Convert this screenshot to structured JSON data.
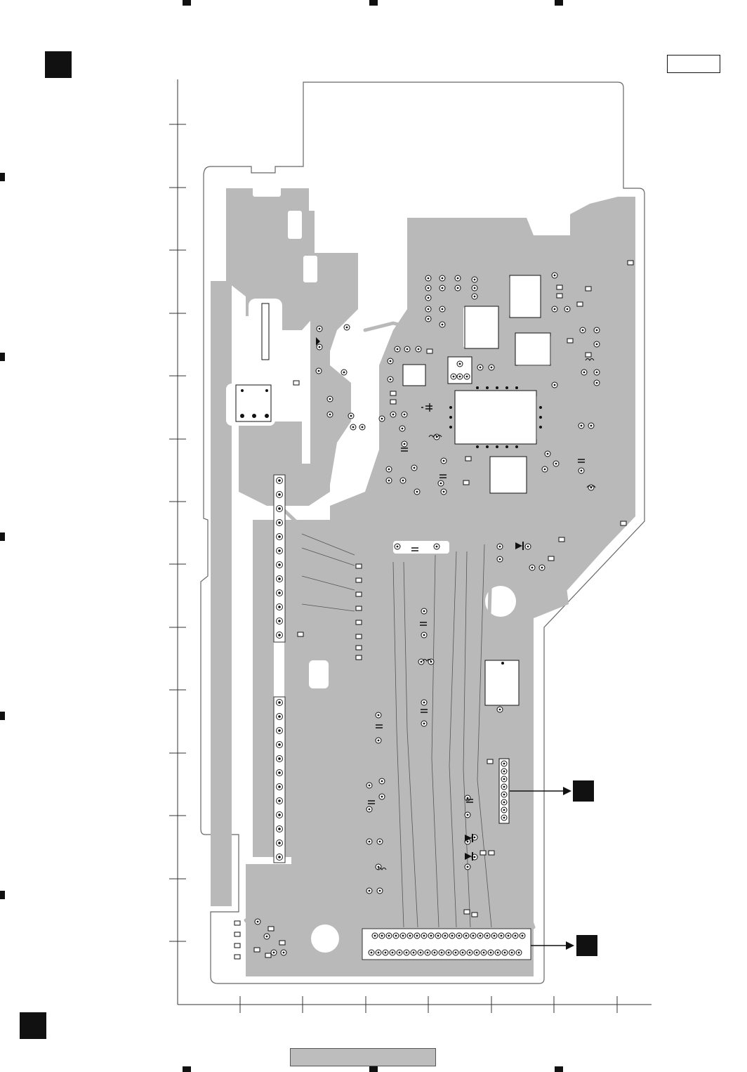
{
  "document": {
    "type": "pcb-layout-diagram",
    "text": []
  },
  "colors": {
    "copper": "#b9b9b9",
    "background": "#ffffff",
    "ink": "#111111",
    "board_outline": "#555555"
  },
  "icons": {
    "section_tag": "black-square",
    "connector_arrow": "arrow-right",
    "capacitor": "polarized-capacitor-symbol",
    "diode": "diode-symbol",
    "coil": "coil-symbol"
  }
}
